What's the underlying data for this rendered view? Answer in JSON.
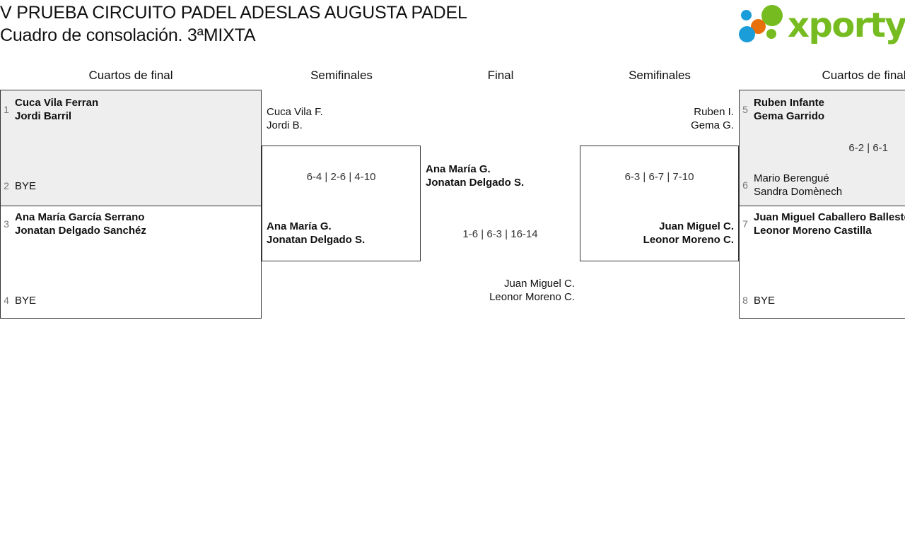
{
  "header": {
    "title_line1": "V PRUEBA CIRCUITO PADEL ADESLAS AUGUSTA PADEL",
    "title_line2": "Cuadro de consolación. 3ªMIXTA",
    "logo_text": "xporty",
    "logo_colors": {
      "green": "#76bc21",
      "blue": "#1b9dd9",
      "orange": "#e8700a"
    }
  },
  "rounds": [
    {
      "label": "Cuartos de final"
    },
    {
      "label": "Semifinales"
    },
    {
      "label": "Final"
    },
    {
      "label": "Semifinales"
    },
    {
      "label": "Cuartos de final"
    }
  ],
  "bracket": {
    "left_quarterfinals": [
      {
        "seed_top": "1",
        "top_p1": "Cuca Vila Ferran",
        "top_p2": "Jordi Barril",
        "seed_bottom": "2",
        "bottom_p1": "BYE",
        "score": ""
      },
      {
        "seed_top": "3",
        "top_p1": "Ana María García Serrano",
        "top_p2": "Jonatan Delgado Sanchéz",
        "seed_bottom": "4",
        "bottom_p1": "BYE",
        "score": ""
      }
    ],
    "left_semifinal": {
      "top_p1": "Cuca Vila F.",
      "top_p2": "Jordi B.",
      "bottom_p1": "Ana María G.",
      "bottom_p2": "Jonatan Delgado S.",
      "score": "6-4 | 2-6 | 4-10"
    },
    "final": {
      "left_p1": "Ana María G.",
      "left_p2": "Jonatan Delgado S.",
      "right_p1": "Juan Miguel C.",
      "right_p2": "Leonor Moreno C.",
      "score": "1-6 | 6-3 | 16-14"
    },
    "right_semifinal": {
      "top_p1": "Ruben I.",
      "top_p2": "Gema G.",
      "bottom_p1": "Juan Miguel C.",
      "bottom_p2": "Leonor Moreno C.",
      "score": "6-3 | 6-7 | 7-10"
    },
    "right_quarterfinals": [
      {
        "seed_top": "5",
        "top_p1": "Ruben Infante",
        "top_p2": "Gema Garrido",
        "seed_bottom": "6",
        "bottom_p1": "Mario Berengué",
        "bottom_p2": "Sandra Domènech",
        "score": "6-2 | 6-1"
      },
      {
        "seed_top": "7",
        "top_p1": "Juan Miguel Caballero Ballester",
        "top_p2": "Leonor Moreno Castilla",
        "seed_bottom": "8",
        "bottom_p1": "BYE",
        "score": ""
      }
    ]
  }
}
